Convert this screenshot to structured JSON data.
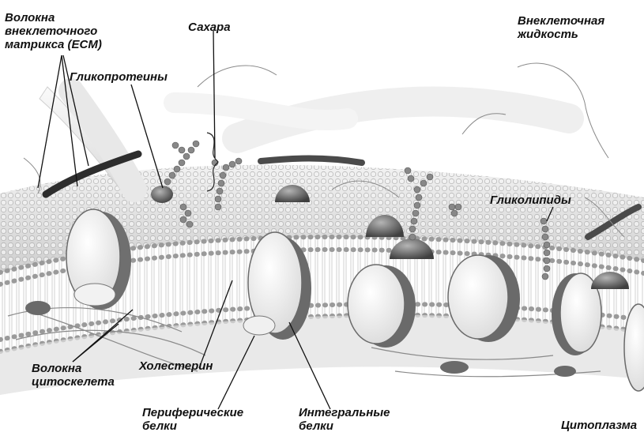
{
  "labels": {
    "ecm_fibers": [
      "Волокна",
      "внеклеточного",
      "матрикса (ECM)"
    ],
    "sugars": "Сахара",
    "extracellular_fluid": [
      "Внеклеточная",
      "жидкость"
    ],
    "glycoproteins": "Гликопротеины",
    "glycolipids": "Гликолипиды",
    "cytoskeleton_fibers": [
      "Волокна",
      "цитоскелета"
    ],
    "cholesterol": "Холестерин",
    "peripheral_proteins": [
      "Периферические",
      "белки"
    ],
    "integral_proteins": [
      "Интегральные",
      "белки"
    ],
    "cytoplasm": "Цитоплазма"
  },
  "colors": {
    "membrane_fill": "#e4e4e4",
    "membrane_edge": "#9a9a9a",
    "protein_fill": "#f4f4f4",
    "protein_shadow": "#6a6a6a",
    "dark_protein": "#555555",
    "fiber": "#efefef",
    "label": "#111111"
  }
}
